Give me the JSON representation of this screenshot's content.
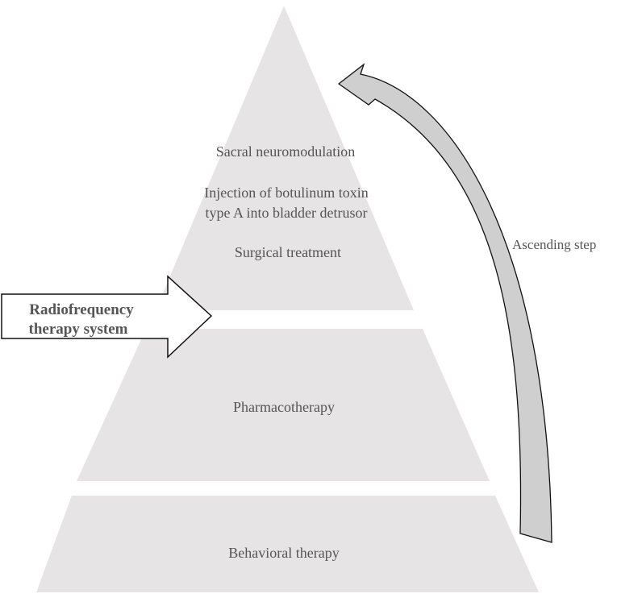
{
  "colors": {
    "tier_fill": "#e6e4e4",
    "text": "#555555",
    "arrow_fill": "#cfcfcf",
    "arrow_stroke": "#111111",
    "rf_arrow_fill": "#ffffff"
  },
  "pyramid": {
    "top": {
      "items": [
        "Sacral neuromodulation",
        "Injection of botulinum toxin",
        "type A into bladder detrusor",
        "Surgical treatment"
      ]
    },
    "middle": {
      "label": "Pharmacotherapy"
    },
    "bottom": {
      "label": "Behavioral therapy"
    }
  },
  "ascending_arrow": {
    "label": "Ascending step"
  },
  "rf_arrow": {
    "line1": "Radiofrequency",
    "line2": "therapy system"
  }
}
